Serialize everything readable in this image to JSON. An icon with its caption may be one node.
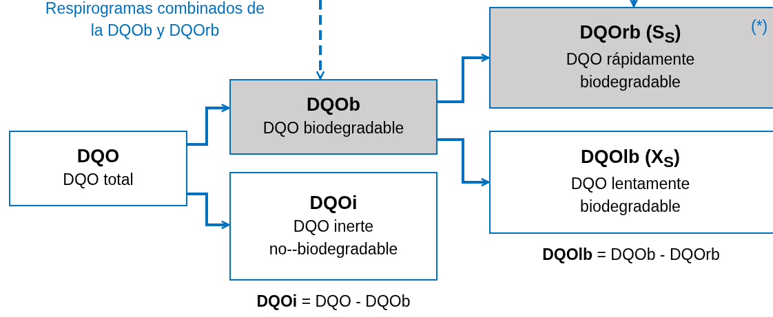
{
  "diagram": {
    "nodes": [
      {
        "text": [
          "DQO",
          "DQO total"
        ]
      },
      {
        "text": [
          "DQOb",
          "DQO biodegradable"
        ]
      },
      {
        "text": [
          "DQOi",
          "DQO inerte no--biodegradable"
        ],
        "beside": [
          "**DQOi** = DQO - DQOb"
        ]
      },
      {
        "text": [
          "DQOrb (S$_{S}$)",
          "DQO rápidamente biodegradable"
        ]
      },
      {
        "text": [
          "DQOlb (X$_{S}$)",
          "DQO lentamente biodegradable"
        ],
        "beside": [
          "**DQOlb** = DQOb - DQOrb"
        ]
      }
    ],
    "edges": [
      {
        "from": 0,
        "to": 1,
        "arrow": "to"
      },
      {
        "from": 0,
        "to": 2,
        "arrow": "to"
      },
      {
        "from": 1,
        "to": 3,
        "arrow": "to"
      },
      {
        "from": 1,
        "to": 4,
        "arrow": "to"
      },
      {
        "from": null,
        "to": 1,
        "arrow": "to",
        "style": "dashed"
      },
      {
        "from": null,
        "to": 3,
        "arrow": "to"
      }
    ],
    "labels": [
      "Respirogramas combinados de la DQOb y DQOrb",
      "(*)"
    ]
  }
}
